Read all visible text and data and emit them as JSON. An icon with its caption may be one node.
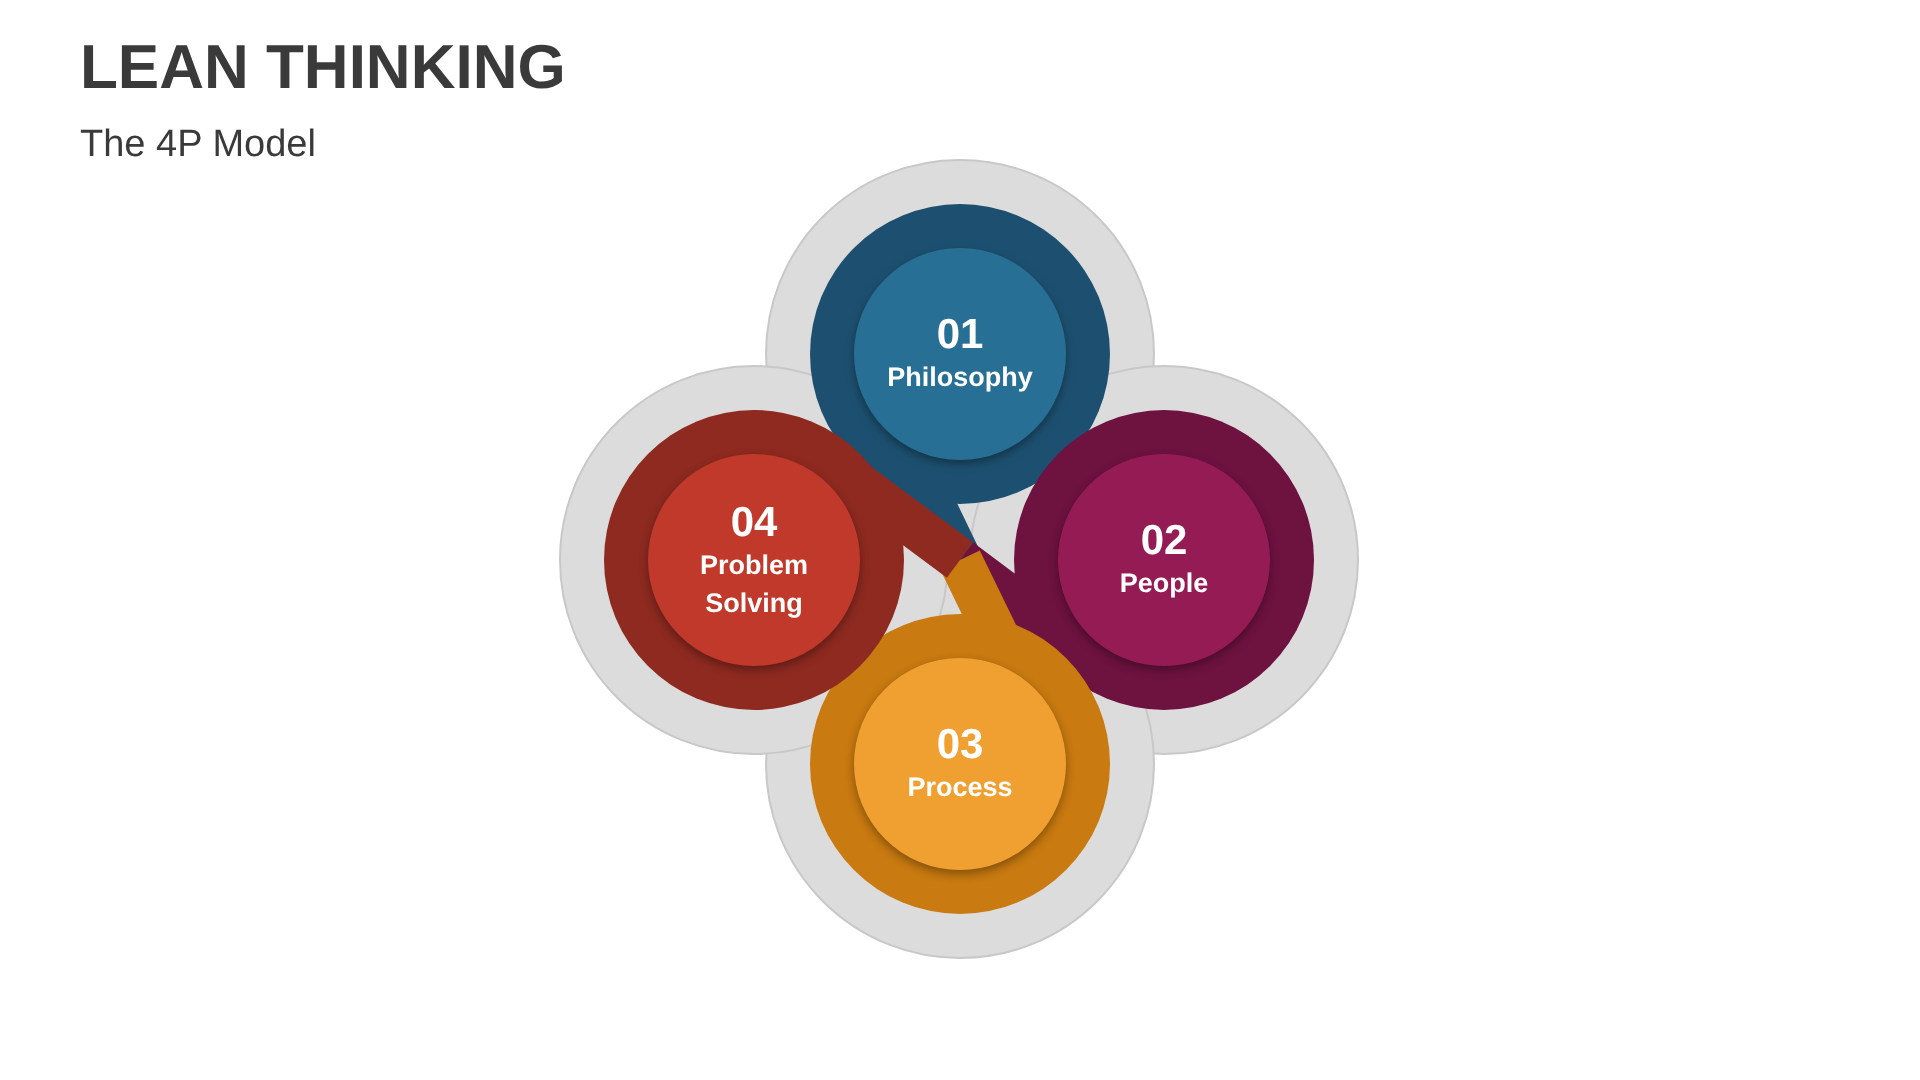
{
  "diagram": {
    "title": "LEAN THINKING",
    "nodes": [
      {
        "text": [
          "01",
          "Philosophy"
        ]
      },
      {
        "text": [
          "02",
          "People"
        ]
      },
      {
        "text": [
          "03",
          "Process"
        ]
      },
      {
        "text": [
          "04",
          "Problem Solving"
        ]
      }
    ],
    "labels": [
      "The 4P Model"
    ]
  }
}
